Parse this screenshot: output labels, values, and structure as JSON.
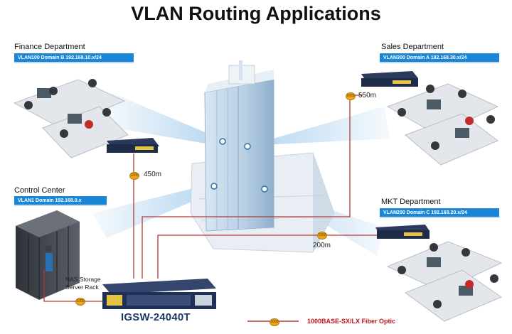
{
  "title": "VLAN Routing Applications",
  "departments": {
    "finance": {
      "name": "Finance Department",
      "vlan": "VLAN100 Domain B 192.168.10.x/24"
    },
    "sales": {
      "name": "Sales Department",
      "vlan": "VLAN300 Domain A 192.168.30.x/24"
    },
    "control": {
      "name": "Control Center",
      "vlan": "VLAN1 Domain 192.168.0.x"
    },
    "mkt": {
      "name": "MKT Department",
      "vlan": "VLAN200 Domain C 192.168.20.x/24"
    }
  },
  "distances": {
    "finance": "450m",
    "sales": "550m",
    "mkt": "200m"
  },
  "connector_label": "1000",
  "server": {
    "line1": "NAS Storage",
    "line2": "Server Rack"
  },
  "core_switch": {
    "model": "IGSW-24040T"
  },
  "legend": {
    "label": "1000BASE-SX/LX Fiber Optic"
  },
  "colors": {
    "fiber": "#b23a37",
    "vlan_bar": "#1b86d6",
    "connector": "#f2a517",
    "switch": "#1f3157"
  }
}
